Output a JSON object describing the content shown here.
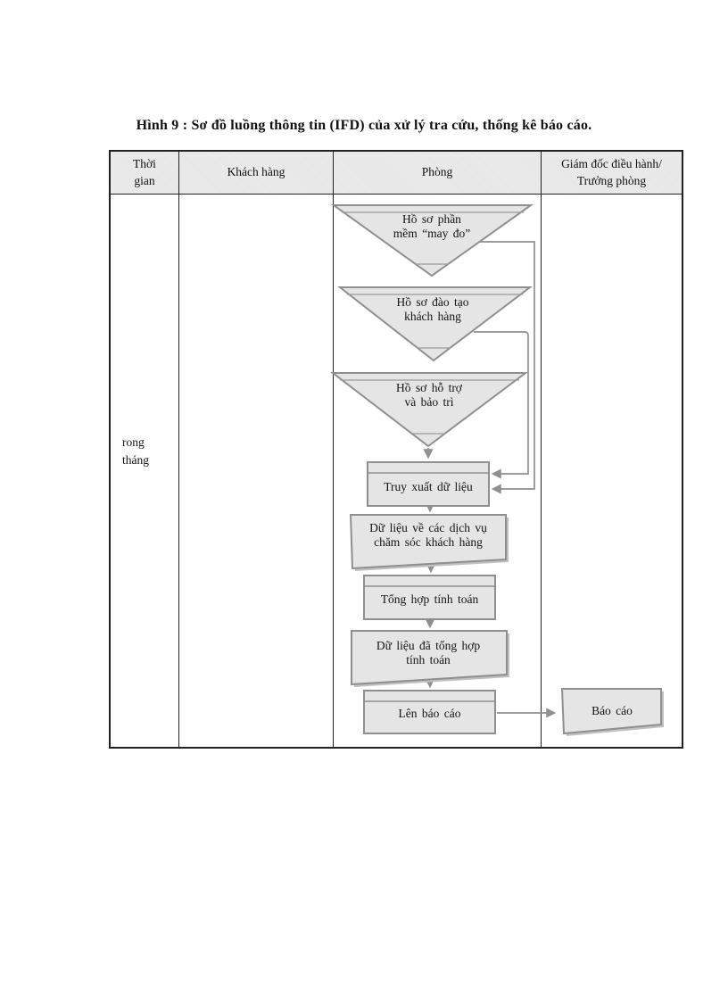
{
  "figure": {
    "caption": "Hình 9 :  Sơ đồ luồng thông tin (IFD) của xử lý tra cứu, thống kê báo cáo."
  },
  "table": {
    "columns": [
      {
        "label": "Thời\ngian"
      },
      {
        "label": "Khách hàng"
      },
      {
        "label": "Phòng"
      },
      {
        "label": "Giám đốc điều hành/\nTrưởng phòng"
      }
    ],
    "rows": [
      {
        "time_label": "rong\ntháng"
      }
    ]
  },
  "diagram": {
    "nodes": [
      {
        "id": "hoso-phanmem-maydo",
        "shape": "inverted-triangle",
        "label": "Hồ sơ phần\nmềm “may đo”"
      },
      {
        "id": "hoso-daotao",
        "shape": "inverted-triangle",
        "label": "Hồ sơ đào tạo\nkhách hàng"
      },
      {
        "id": "hoso-hotro-baotri",
        "shape": "inverted-triangle",
        "label": "Hồ sơ hỗ trợ\nvà bảo trì"
      },
      {
        "id": "truy-xuat-du-lieu",
        "shape": "process",
        "label": "Truy xuất dữ liệu"
      },
      {
        "id": "du-lieu-dich-vu",
        "shape": "data-card",
        "label": "Dữ liệu về các dịch vụ\nchăm sóc khách hàng"
      },
      {
        "id": "tong-hop-tinh-toan",
        "shape": "process",
        "label": "Tổng hợp tính toán"
      },
      {
        "id": "du-lieu-da-tong-hop",
        "shape": "data-card",
        "label": "Dữ liệu  đã tổng hợp\ntính toán"
      },
      {
        "id": "len-bao-cao",
        "shape": "process",
        "label": "Lên báo cáo"
      },
      {
        "id": "bao-cao",
        "shape": "data-card",
        "label": "Báo cáo"
      }
    ],
    "edges": [
      {
        "from": "hoso-phanmem-maydo",
        "to": "truy-xuat-du-lieu"
      },
      {
        "from": "hoso-daotao",
        "to": "truy-xuat-du-lieu"
      },
      {
        "from": "hoso-hotro-baotri",
        "to": "truy-xuat-du-lieu"
      },
      {
        "from": "truy-xuat-du-lieu",
        "to": "du-lieu-dich-vu"
      },
      {
        "from": "du-lieu-dich-vu",
        "to": "tong-hop-tinh-toan"
      },
      {
        "from": "tong-hop-tinh-toan",
        "to": "du-lieu-da-tong-hop"
      },
      {
        "from": "du-lieu-da-tong-hop",
        "to": "len-bao-cao"
      },
      {
        "from": "len-bao-cao",
        "to": "bao-cao"
      }
    ],
    "colors": {
      "shape_fill": "#e5e5e5",
      "shape_border": "#8f8f8f",
      "shadow": "#c0c0c0",
      "table_border": "#222222",
      "header_fill": "#e9e9e9",
      "text": "#141414"
    }
  }
}
